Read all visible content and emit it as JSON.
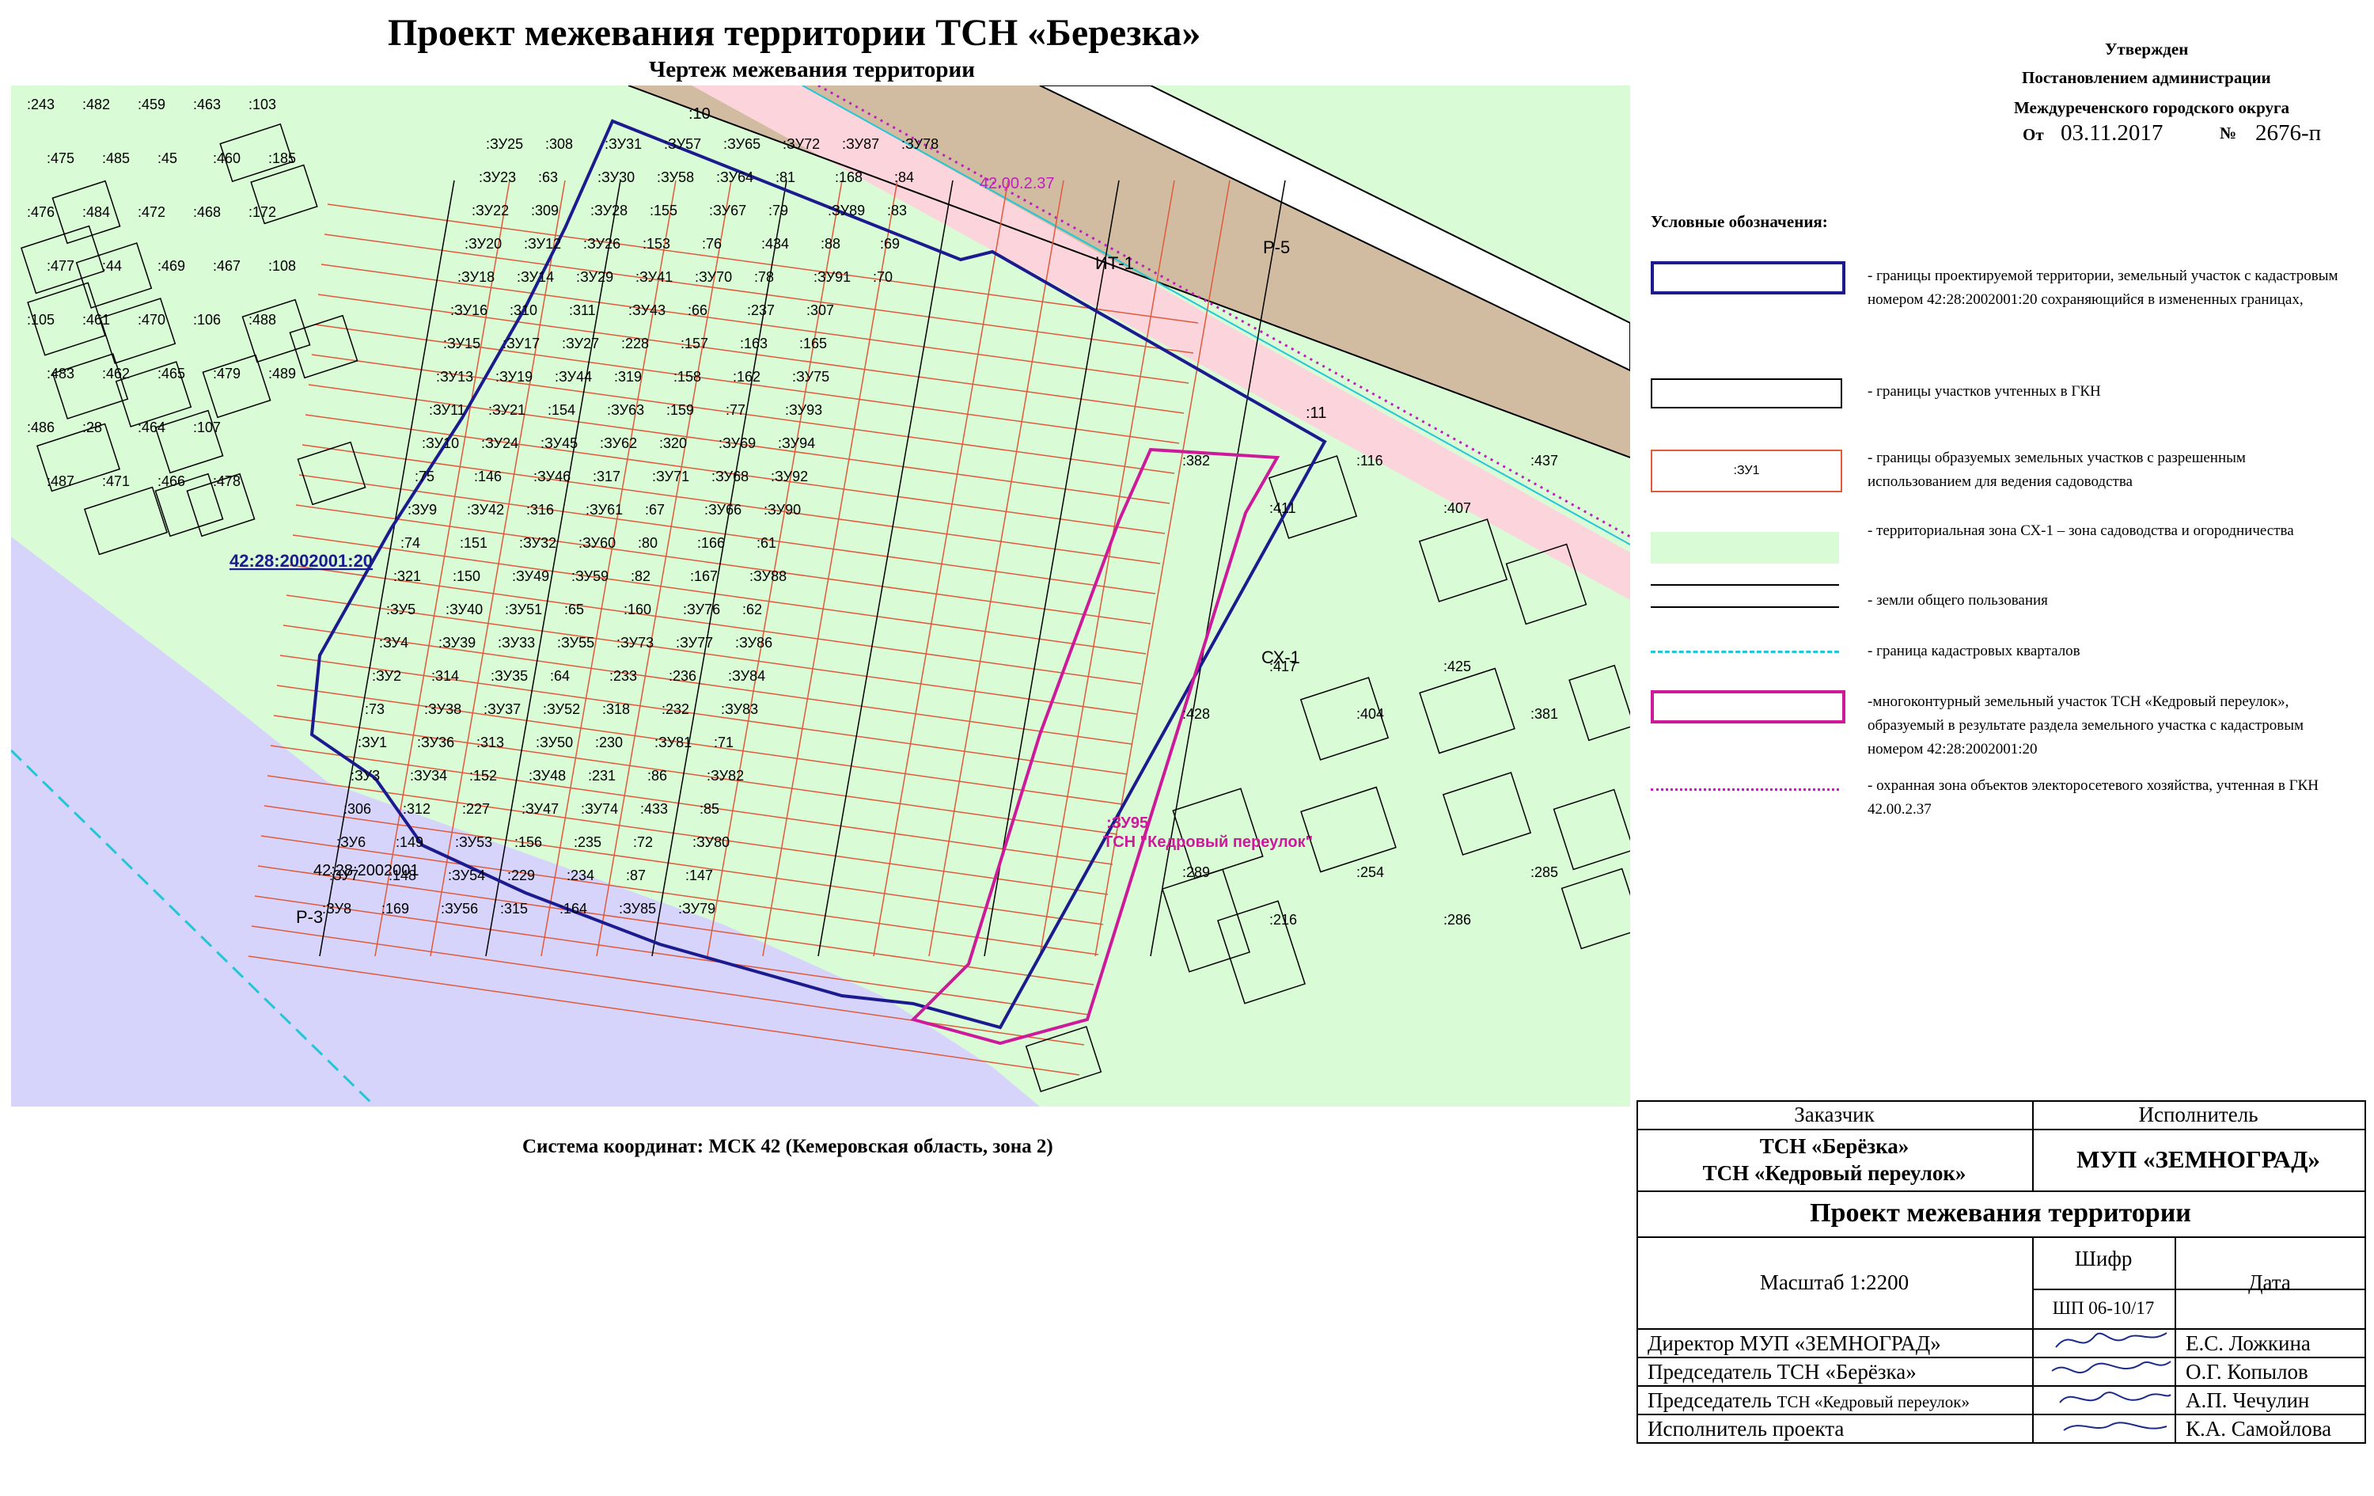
{
  "header": {
    "title": "Проект межевания территории ТСН «Березка»",
    "subtitle": "Чертеж межевания территории"
  },
  "approval": {
    "line1": "Утвержден",
    "line2": "Постановлением администрации",
    "line3": "Междуреченского городского округа",
    "date_prefix": "От",
    "date": "03.11.2017",
    "number_prefix": "№",
    "number": "2676-п"
  },
  "map": {
    "zone_labels": [
      "ИТ-1",
      "Р-5",
      "СХ-1",
      "Р-3"
    ],
    "cadastral_quarter": "42.00.2.37",
    "project_parcel": "42:28:2002001:20",
    "base_parcel": "42:28:2002001",
    "new_parcel_label": ":ЗУ95",
    "new_parcel_name": "ТСН \"Кедровый переулок\"",
    "markers": [
      ":10",
      ":11"
    ],
    "parcels": [
      ":243",
      ":475",
      ":476",
      ":477",
      ":105",
      ":483",
      ":486",
      ":487",
      ":482",
      ":485",
      ":484",
      ":44",
      ":461",
      ":462",
      ":28",
      ":471",
      ":459",
      ":45",
      ":472",
      ":469",
      ":470",
      ":465",
      ":464",
      ":466",
      ":463",
      ":460",
      ":468",
      ":467",
      ":106",
      ":479",
      ":107",
      ":478",
      ":103",
      ":185",
      ":172",
      ":108",
      ":488",
      ":489",
      ":ЗУ25",
      ":ЗУ23",
      ":ЗУ22",
      ":ЗУ20",
      ":ЗУ18",
      ":ЗУ16",
      ":ЗУ15",
      ":ЗУ13",
      ":ЗУ11",
      ":ЗУ10",
      ":75",
      ":ЗУ9",
      ":74",
      ":321",
      ":ЗУ5",
      ":ЗУ4",
      ":ЗУ2",
      ":73",
      ":ЗУ1",
      ":ЗУ3",
      ":306",
      ":ЗУ6",
      ":ЗУ7",
      ":ЗУ8",
      ":308",
      ":63",
      ":309",
      ":ЗУ12",
      ":ЗУ14",
      ":310",
      ":ЗУ17",
      ":ЗУ19",
      ":ЗУ21",
      ":ЗУ24",
      ":146",
      ":ЗУ42",
      ":151",
      ":150",
      ":ЗУ40",
      ":ЗУ39",
      ":314",
      ":ЗУ38",
      ":ЗУ36",
      ":ЗУ34",
      ":312",
      ":149",
      ":148",
      ":169",
      ":ЗУ31",
      ":ЗУ30",
      ":ЗУ28",
      ":ЗУ26",
      ":ЗУ29",
      ":311",
      ":ЗУ27",
      ":ЗУ44",
      ":154",
      ":ЗУ45",
      ":ЗУ46",
      ":316",
      ":ЗУ32",
      ":ЗУ49",
      ":ЗУ51",
      ":ЗУ33",
      ":ЗУ35",
      ":ЗУ37",
      ":313",
      ":152",
      ":227",
      ":ЗУ53",
      ":ЗУ54",
      ":ЗУ56",
      ":ЗУ57",
      ":ЗУ58",
      ":155",
      ":153",
      ":ЗУ41",
      ":ЗУ43",
      ":228",
      ":319",
      ":ЗУ63",
      ":ЗУ62",
      ":317",
      ":ЗУ61",
      ":ЗУ60",
      ":ЗУ59",
      ":65",
      ":ЗУ55",
      ":64",
      ":ЗУ52",
      ":ЗУ50",
      ":ЗУ48",
      ":ЗУ47",
      ":156",
      ":229",
      ":315",
      ":ЗУ65",
      ":ЗУ64",
      ":ЗУ67",
      ":76",
      ":ЗУ70",
      ":66",
      ":157",
      ":158",
      ":159",
      ":320",
      ":ЗУ71",
      ":67",
      ":80",
      ":82",
      ":160",
      ":ЗУ73",
      ":233",
      ":318",
      ":230",
      ":231",
      ":ЗУ74",
      ":235",
      ":234",
      ":164",
      ":ЗУ72",
      ":81",
      ":79",
      ":434",
      ":78",
      ":237",
      ":163",
      ":162",
      ":77",
      ":ЗУ69",
      ":ЗУ68",
      ":ЗУ66",
      ":166",
      ":167",
      ":ЗУ76",
      ":ЗУ77",
      ":236",
      ":232",
      ":ЗУ81",
      ":86",
      ":433",
      ":72",
      ":87",
      ":ЗУ85",
      ":ЗУ87",
      ":168",
      ":ЗУ89",
      ":88",
      ":ЗУ91",
      ":307",
      ":165",
      ":ЗУ75",
      ":ЗУ93",
      ":ЗУ94",
      ":ЗУ92",
      ":ЗУ90",
      ":61",
      ":ЗУ88",
      ":62",
      ":ЗУ86",
      ":ЗУ84",
      ":ЗУ83",
      ":71",
      ":ЗУ82",
      ":85",
      ":ЗУ80",
      ":147",
      ":ЗУ79",
      ":ЗУ78",
      ":84",
      ":83",
      ":69",
      ":70",
      ":382",
      ":411",
      ":116",
      ":407",
      ":437",
      ":428",
      ":417",
      ":404",
      ":425",
      ":381",
      ":289",
      ":216",
      ":254",
      ":286",
      ":285"
    ]
  },
  "coordinate_system": "Система координат: МСК 42 (Кемеровская область, зона 2)",
  "legend": {
    "title": "Условные обозначения:",
    "items": [
      {
        "text": "- границы проектируемой территории, земельный участок с кадастровым номером 42:28:2002001:20 сохраняющийся в измененных границах,"
      },
      {
        "text": "- границы участков учтенных в ГКН"
      },
      {
        "sample": ":ЗУ1",
        "text": "- границы образуемых земельных участков с разрешенным использованием для ведения садоводства"
      },
      {
        "text": "- территориальная зона СХ-1 – зона садоводства и огородничества"
      },
      {
        "text": "- земли общего пользования"
      },
      {
        "text": "- граница кадастровых кварталов"
      },
      {
        "text": "-многоконтурный земельный участок ТСН «Кедровый переулок», образуемый в результате раздела земельного участка с кадастровым номером 42:28:2002001:20"
      },
      {
        "text": "- охранная зона объектов электоросетевого хозяйства, учтенная в ГКН 42.00.2.37"
      }
    ]
  },
  "stamp": {
    "customer_header": "Заказчик",
    "contractor_header": "Исполнитель",
    "customer_line1": "ТСН «Берёзка»",
    "customer_line2": "ТСН «Кедровый переулок»",
    "contractor": "МУП «ЗЕМНОГРАД»",
    "project_title": "Проект межевания территории",
    "scale": "Масштаб 1:2200",
    "code_header": "Шифр",
    "code": "ШП 06-10/17",
    "date_header": "Дата",
    "signatures": [
      {
        "role": "Директор МУП «ЗЕМНОГРАД»",
        "name": "Е.С. Ложкина"
      },
      {
        "role": "Председатель ТСН «Берёзка»",
        "name": "О.Г. Копылов"
      },
      {
        "role": "Председатель",
        "role_small": "ТСН «Кедровый переулок»",
        "name": "А.П. Чечулин"
      },
      {
        "role": "Исполнитель проекта",
        "name": "К.А. Самойлова"
      }
    ]
  },
  "colors": {
    "sx1_zone": "#d9fbd6",
    "it1_zone": "#d1bca2",
    "r5_zone": "#fbd4dc",
    "r3_zone": "#d6d4fb",
    "project_border": "#1c1a8f",
    "new_parcel_border": "#e05a3c",
    "multicontour_border": "#cc1a9a",
    "quarter_border": "#22c6d6",
    "protection_zone": "#c01ec0"
  }
}
